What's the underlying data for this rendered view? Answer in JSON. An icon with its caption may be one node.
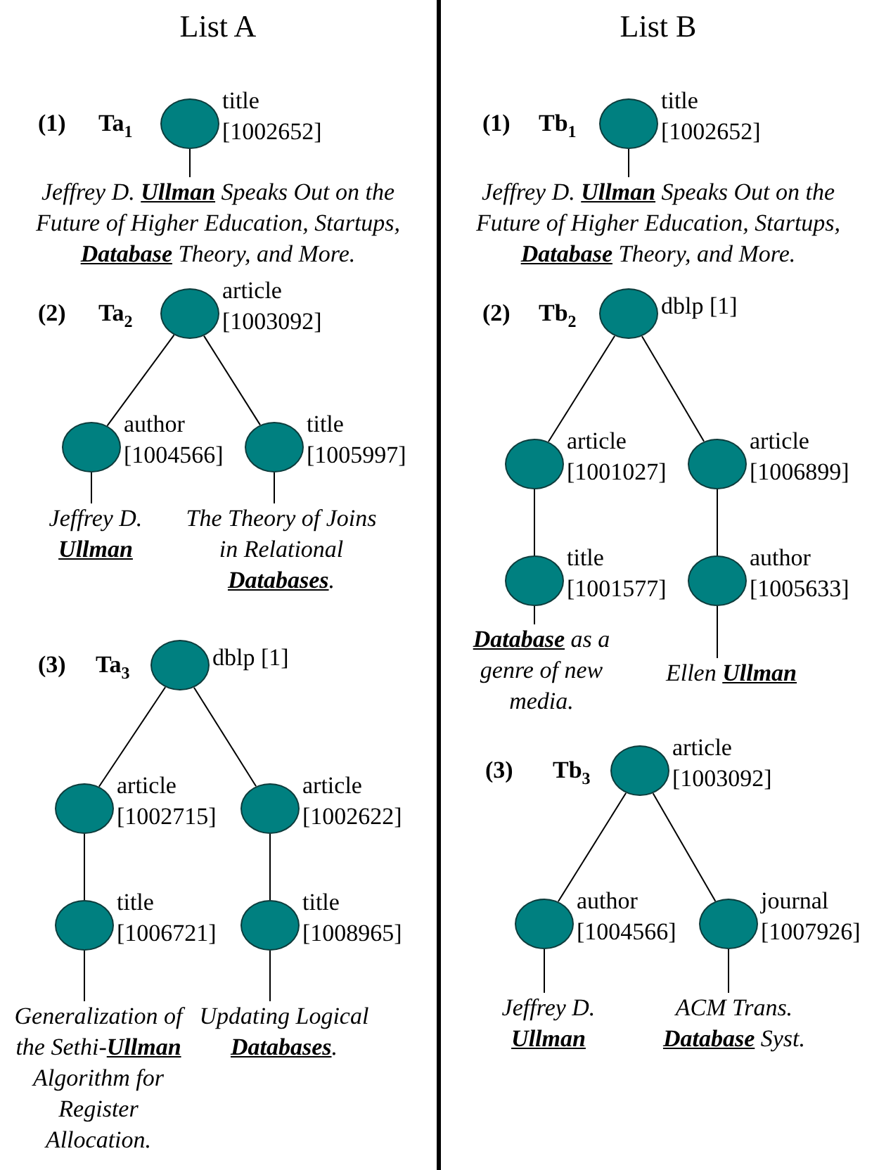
{
  "diagram": {
    "nodes": [
      {
        "text": [],
        "shape": "circle",
        "beside": [
          "title [1002652]"
        ]
      },
      {
        "text": [
          "Jeffrey D. **Ullman** Speaks Out on the Future of Higher Education, Startups, **Database** Theory, and More."
        ]
      },
      {
        "text": [],
        "shape": "circle",
        "beside": [
          "article [1003092]"
        ]
      },
      {
        "text": [],
        "shape": "circle",
        "beside": [
          "author [1004566]"
        ]
      },
      {
        "text": [],
        "shape": "circle",
        "beside": [
          "title [1005997]"
        ]
      },
      {
        "text": [
          "Jeffrey D. **Ullman**"
        ]
      },
      {
        "text": [
          "The Theory of Joins in Relational **Databases**."
        ]
      },
      {
        "text": [],
        "shape": "circle",
        "beside": [
          "dblp [1]"
        ]
      },
      {
        "text": [],
        "shape": "circle",
        "beside": [
          "article [1002715]"
        ]
      },
      {
        "text": [],
        "shape": "circle",
        "beside": [
          "article [1002622]"
        ]
      },
      {
        "text": [],
        "shape": "circle",
        "beside": [
          "title [1006721]"
        ]
      },
      {
        "text": [],
        "shape": "circle",
        "beside": [
          "title [1008965]"
        ]
      },
      {
        "text": [
          "Generalization of the Sethi-**Ullman** Algorithm for Register Allocation."
        ]
      },
      {
        "text": [
          "Updating Logical **Databases**."
        ]
      },
      {
        "text": [],
        "shape": "circle",
        "beside": [
          "title [1002652]"
        ]
      },
      {
        "text": [
          "Jeffrey D. **Ullman** Speaks Out on the Future of Higher Education, Startups, **Database** Theory, and More."
        ]
      },
      {
        "text": [],
        "shape": "circle",
        "beside": [
          "dblp [1]"
        ]
      },
      {
        "text": [],
        "shape": "circle",
        "beside": [
          "article [1001027]"
        ]
      },
      {
        "text": [],
        "shape": "circle",
        "beside": [
          "article [1006899]"
        ]
      },
      {
        "text": [],
        "shape": "circle",
        "beside": [
          "title [1001577]"
        ]
      },
      {
        "text": [],
        "shape": "circle",
        "beside": [
          "author [1005633]"
        ]
      },
      {
        "text": [
          "**Database** as a genre of new media."
        ]
      },
      {
        "text": [
          "Ellen **Ullman**"
        ]
      },
      {
        "text": [],
        "shape": "circle",
        "beside": [
          "article [1003092]"
        ]
      },
      {
        "text": [],
        "shape": "circle",
        "beside": [
          "author [1004566]"
        ]
      },
      {
        "text": [],
        "shape": "circle",
        "beside": [
          "journal [1007926]"
        ]
      },
      {
        "text": [
          "Jeffrey D. **Ullman**"
        ]
      },
      {
        "text": [
          "ACM Trans. **Database** Syst."
        ]
      }
    ],
    "edges": [
      {
        "from": 0,
        "to": 1,
        "arrow": "none"
      },
      {
        "from": 2,
        "to": 3,
        "arrow": "none"
      },
      {
        "from": 2,
        "to": 4,
        "arrow": "none"
      },
      {
        "from": 3,
        "to": 5,
        "arrow": "none"
      },
      {
        "from": 4,
        "to": 6,
        "arrow": "none"
      },
      {
        "from": 7,
        "to": 8,
        "arrow": "none"
      },
      {
        "from": 7,
        "to": 9,
        "arrow": "none"
      },
      {
        "from": 8,
        "to": 10,
        "arrow": "none"
      },
      {
        "from": 9,
        "to": 11,
        "arrow": "none"
      },
      {
        "from": 10,
        "to": 12,
        "arrow": "none"
      },
      {
        "from": 11,
        "to": 13,
        "arrow": "none"
      },
      {
        "from": 14,
        "to": 15,
        "arrow": "none"
      },
      {
        "from": 16,
        "to": 17,
        "arrow": "none"
      },
      {
        "from": 16,
        "to": 18,
        "arrow": "none"
      },
      {
        "from": 17,
        "to": 19,
        "arrow": "none"
      },
      {
        "from": 18,
        "to": 20,
        "arrow": "none"
      },
      {
        "from": 19,
        "to": 21,
        "arrow": "none"
      },
      {
        "from": 20,
        "to": 22,
        "arrow": "none"
      },
      {
        "from": 23,
        "to": 24,
        "arrow": "none"
      },
      {
        "from": 23,
        "to": 25,
        "arrow": "none"
      },
      {
        "from": 24,
        "to": 26,
        "arrow": "none"
      },
      {
        "from": 25,
        "to": 27,
        "arrow": "none"
      }
    ],
    "labels": [
      "List A",
      "List B",
      "(1)",
      "Ta$_{1}$",
      "(2)",
      "Ta$_{2}$",
      "(3)",
      "Ta$_{3}$",
      "(1)",
      "Tb$_{1}$",
      "(2)",
      "Tb$_{2}$",
      "(3)",
      "Tb$_{3}$"
    ]
  }
}
